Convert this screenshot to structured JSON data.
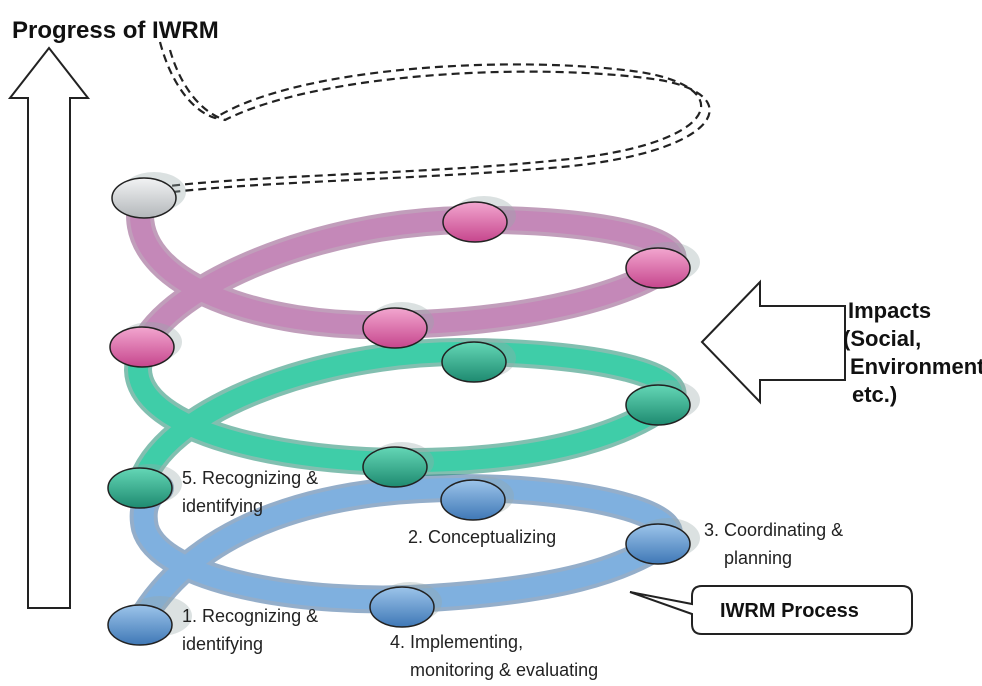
{
  "title": "Progress of IWRM",
  "impacts": {
    "line1": "Impacts",
    "line2": "(Social,",
    "line3": "Environment",
    "line4": "etc.)"
  },
  "process_label": "IWRM Process",
  "steps": {
    "s1": {
      "line1": "1. Recognizing &",
      "line2": "identifying"
    },
    "s2": {
      "line1": "2. Conceptualizing"
    },
    "s3": {
      "line1": "3. Coordinating &",
      "line2": "planning"
    },
    "s4": {
      "line1": "4. Implementing,",
      "line2": "monitoring & evaluating"
    },
    "s5": {
      "line1": "5. Recognizing &",
      "line2": "identifying"
    }
  },
  "colors": {
    "blue_ring": "#5e92c8",
    "teal_ring": "#2fbf9b",
    "pink_ring": "#b872a8",
    "blue_node": "#6fa4d9",
    "teal_node": "#2da489",
    "pink_node": "#d86aa8",
    "grey_node": "#c9ccce"
  }
}
